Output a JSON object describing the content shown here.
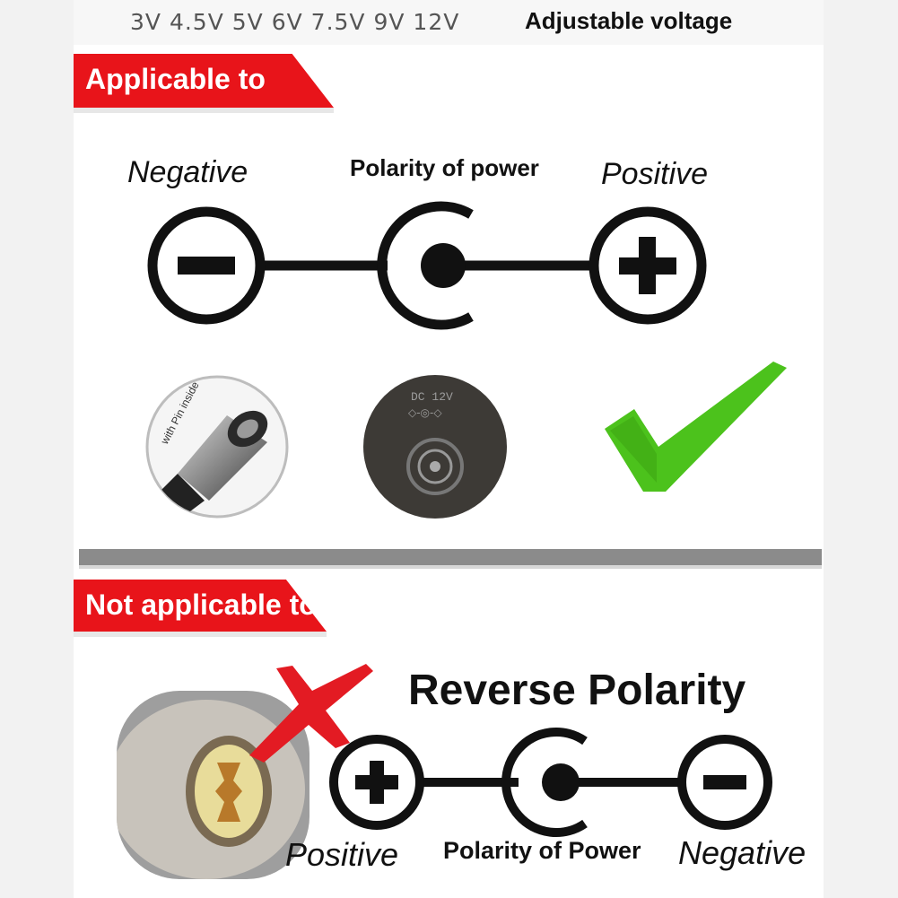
{
  "header": {
    "voltages": "3V 4.5V 5V 6V 7.5V 9V 12V",
    "adjustable_label": "Adjustable voltage"
  },
  "applicable": {
    "banner": "Applicable to",
    "negative_label": "Negative",
    "polarity_label": "Polarity of power",
    "positive_label": "Positive",
    "plug_caption": "with Pin inside",
    "socket_caption": "DC 12V"
  },
  "not_applicable": {
    "banner": "Not applicable to",
    "title": "Reverse Polarity",
    "positive_label": "Positive",
    "polarity_label": "Polarity of Power",
    "negative_label": "Negative"
  },
  "colors": {
    "banner_red": "#e8141a",
    "check_green": "#4cc21c",
    "cross_red": "#e31b23",
    "divider_gray": "#8b8b8b"
  },
  "icons": [
    "minus-symbol-icon",
    "polarity-center-pin-icon",
    "plus-symbol-icon",
    "checkmark-icon",
    "cross-icon"
  ]
}
